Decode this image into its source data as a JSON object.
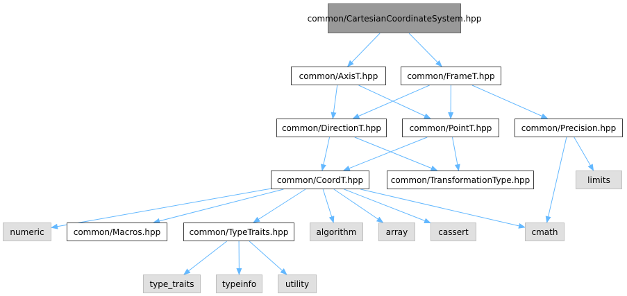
{
  "diagram": {
    "nodes": {
      "root": "common/CartesianCoordinateSystem.hpp",
      "axis": "common/AxisT.hpp",
      "frame": "common/FrameT.hpp",
      "direction": "common/DirectionT.hpp",
      "point": "common/PointT.hpp",
      "precision": "common/Precision.hpp",
      "coord": "common/CoordT.hpp",
      "transform": "common/TransformationType.hpp",
      "limits": "limits",
      "numeric": "numeric",
      "macros": "common/Macros.hpp",
      "typetraits": "common/TypeTraits.hpp",
      "algorithm": "algorithm",
      "array": "array",
      "cassert": "cassert",
      "cmath": "cmath",
      "type_traits": "type_traits",
      "typeinfo": "typeinfo",
      "utility": "utility"
    },
    "edges": [
      [
        "root",
        "axis"
      ],
      [
        "root",
        "frame"
      ],
      [
        "axis",
        "direction"
      ],
      [
        "axis",
        "point"
      ],
      [
        "frame",
        "direction"
      ],
      [
        "frame",
        "point"
      ],
      [
        "frame",
        "precision"
      ],
      [
        "direction",
        "coord"
      ],
      [
        "direction",
        "transform"
      ],
      [
        "point",
        "coord"
      ],
      [
        "point",
        "transform"
      ],
      [
        "precision",
        "limits"
      ],
      [
        "precision",
        "cmath"
      ],
      [
        "coord",
        "numeric"
      ],
      [
        "coord",
        "macros"
      ],
      [
        "coord",
        "typetraits"
      ],
      [
        "coord",
        "algorithm"
      ],
      [
        "coord",
        "array"
      ],
      [
        "coord",
        "cassert"
      ],
      [
        "coord",
        "cmath"
      ],
      [
        "typetraits",
        "type_traits"
      ],
      [
        "typetraits",
        "typeinfo"
      ],
      [
        "typetraits",
        "utility"
      ]
    ],
    "colors": {
      "edge": "#63b8ff",
      "node_border": "#404040",
      "external_fill": "#e0e0e0",
      "root_fill": "#999999"
    }
  }
}
